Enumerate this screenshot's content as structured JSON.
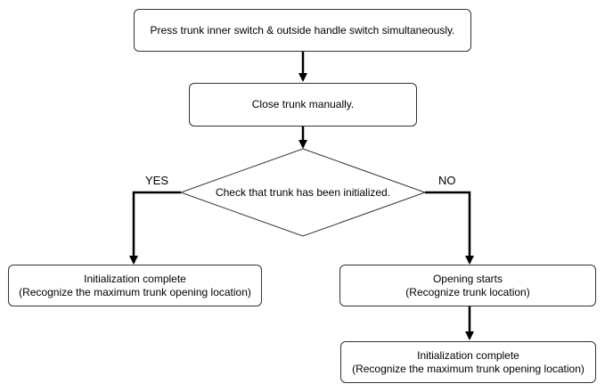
{
  "flowchart": {
    "step1": "Press trunk inner switch & outside handle switch simultaneously.",
    "step2": "Close trunk manually.",
    "decision": "Check that trunk has been initialized.",
    "yes_label": "YES",
    "no_label": "NO",
    "yes_result": {
      "line1": "Initialization complete",
      "line2": "(Recognize the maximum trunk opening location)"
    },
    "no_result": {
      "line1": "Opening starts",
      "line2": "(Recognize trunk location)"
    },
    "final_result": {
      "line1": "Initialization complete",
      "line2": "(Recognize the maximum trunk opening location)"
    }
  }
}
